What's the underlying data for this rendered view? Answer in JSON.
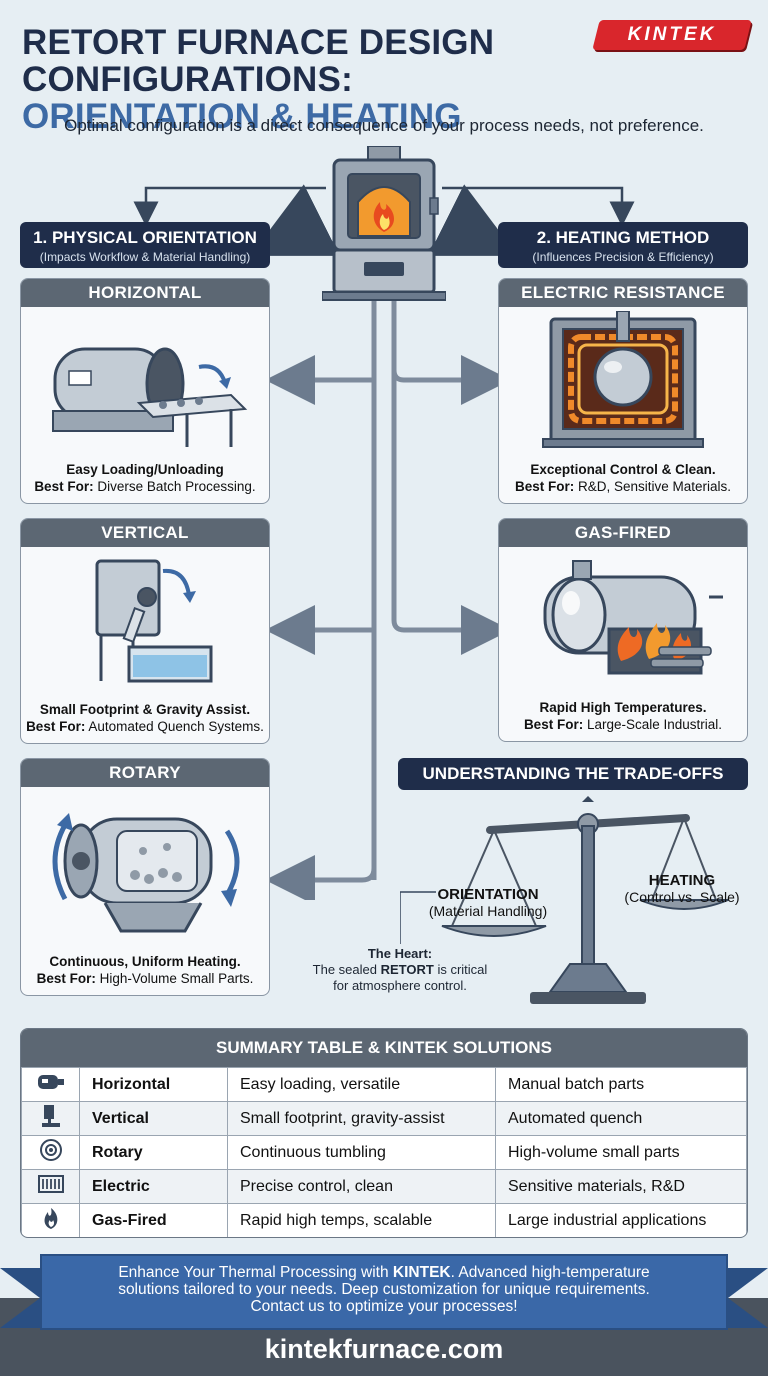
{
  "header": {
    "title_line1": "RETORT FURNACE DESIGN",
    "title_line2_a": "CONFIGURATIONS:",
    "title_line2_b": "ORIENTATION & HEATING",
    "logo": "KINTEK",
    "subtitle": "Optimal configuration is a direct consequence of your process needs, not preference."
  },
  "sections": {
    "orientation": {
      "title": "1. PHYSICAL ORIENTATION",
      "subtitle": "(Impacts Workflow & Material Handling)"
    },
    "heating": {
      "title": "2. HEATING METHOD",
      "subtitle": "(Influences Precision & Efficiency)"
    }
  },
  "cards": {
    "horizontal": {
      "title": "HORIZONTAL",
      "line1": "Easy Loading/Unloading",
      "best_label": "Best For:",
      "best": "Diverse Batch Processing."
    },
    "vertical": {
      "title": "VERTICAL",
      "line1": "Small Footprint & Gravity Assist.",
      "best_label": "Best For:",
      "best": "Automated Quench Systems."
    },
    "rotary": {
      "title": "ROTARY",
      "line1": "Continuous, Uniform Heating.",
      "best_label": "Best For:",
      "best": "High-Volume Small Parts."
    },
    "electric": {
      "title": "ELECTRIC RESISTANCE",
      "line1": "Exceptional Control & Clean.",
      "best_label": "Best For:",
      "best": "R&D, Sensitive Materials."
    },
    "gas": {
      "title": "GAS-FIRED",
      "line1": "Rapid High Temperatures.",
      "best_label": "Best For:",
      "best": "Large-Scale Industrial."
    }
  },
  "tradeoffs": {
    "title": "UNDERSTANDING THE TRADE-OFFS",
    "orientation_label": "ORIENTATION",
    "orientation_sub": "(Material Handling)",
    "heating_label": "HEATING",
    "heating_sub": "(Control vs. Scale)",
    "heart_title": "The Heart:",
    "heart_text_a": "The sealed",
    "heart_bold": "RETORT",
    "heart_text_b": "is critical",
    "heart_text_c": "for atmosphere control."
  },
  "summary": {
    "title": "SUMMARY TABLE & KINTEK SOLUTIONS",
    "rows": [
      {
        "icon": "horizontal-furnace-icon",
        "name": "Horizontal",
        "desc": "Easy loading, versatile",
        "use": "Manual batch parts"
      },
      {
        "icon": "vertical-furnace-icon",
        "name": "Vertical",
        "desc": "Small footprint, gravity-assist",
        "use": "Automated quench"
      },
      {
        "icon": "rotary-furnace-icon",
        "name": "Rotary",
        "desc": "Continuous tumbling",
        "use": "High-volume small parts"
      },
      {
        "icon": "heating-element-icon",
        "name": "Electric",
        "desc": "Precise control, clean",
        "use": "Sensitive materials, R&D"
      },
      {
        "icon": "flame-icon",
        "name": "Gas-Fired",
        "desc": "Rapid high temps, scalable",
        "use": "Large industrial applications"
      }
    ]
  },
  "footer": {
    "line1_a": "Enhance Your Thermal Processing with",
    "line1_bold": "KINTEK",
    "line1_b": ". Advanced high-temperature",
    "line2": "solutions tailored to your needs. Deep customization for unique requirements.",
    "line3": "Contact us to optimize your processes!",
    "website": "kintekfurnace.com"
  },
  "colors": {
    "navy": "#1f2d4a",
    "accent_blue": "#3d6aa5",
    "logo_red": "#d9262c",
    "card_header": "#5c6773"
  }
}
